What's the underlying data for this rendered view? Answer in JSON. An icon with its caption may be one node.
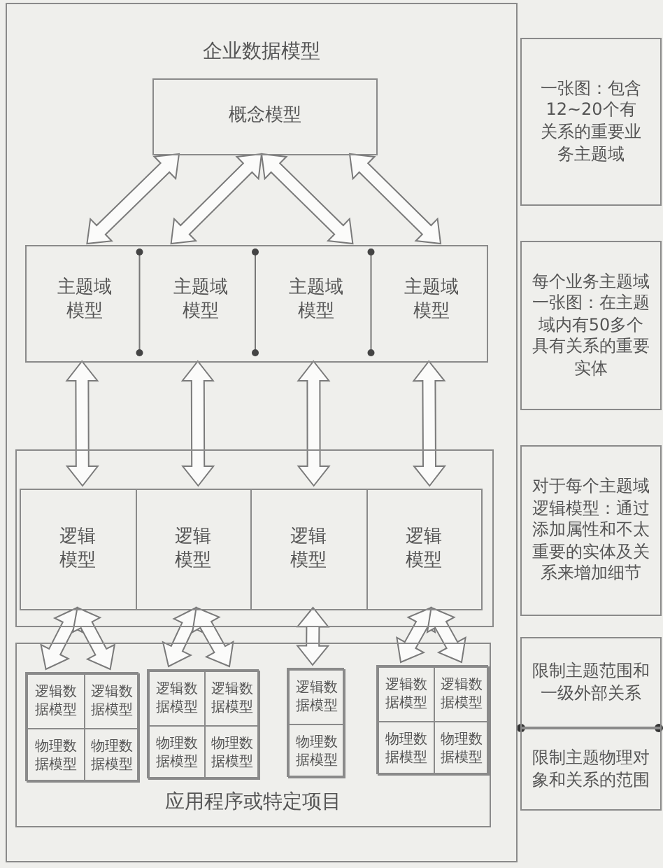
{
  "diagram": {
    "title": "企业数据模型",
    "nodes": [
      {
        "text": [],
        "shape": "box"
      },
      {
        "text": [
          "概念模型"
        ],
        "in": 0
      },
      {
        "text": [],
        "shape": "box",
        "in": 0
      },
      {
        "text": [
          "主题域模型"
        ],
        "in": 2
      },
      {
        "text": [
          "主题域模型"
        ],
        "in": 2
      },
      {
        "text": [
          "主题域模型"
        ],
        "in": 2
      },
      {
        "text": [
          "主题域模型"
        ],
        "in": 2
      },
      {
        "text": [],
        "shape": "box",
        "in": 0
      },
      {
        "text": [
          "逻辑模型"
        ],
        "in": 7
      },
      {
        "text": [
          "逻辑模型"
        ],
        "in": 7
      },
      {
        "text": [
          "逻辑模型"
        ],
        "in": 7
      },
      {
        "text": [
          "逻辑模型"
        ],
        "in": 7
      },
      {
        "text": [
          "应用程序或特定项目"
        ],
        "in": 0
      },
      {
        "text": [],
        "shape": "box",
        "in": 12
      },
      {
        "text": [
          "逻辑数据模型"
        ],
        "in": 13
      },
      {
        "text": [
          "逻辑数据模型"
        ],
        "in": 13
      },
      {
        "text": [
          "物理数据模型"
        ],
        "in": 13
      },
      {
        "text": [
          "物理数据模型"
        ],
        "in": 13
      },
      {
        "text": [],
        "shape": "box",
        "in": 12
      },
      {
        "text": [
          "逻辑数据模型"
        ],
        "in": 18
      },
      {
        "text": [
          "逻辑数据模型"
        ],
        "in": 18
      },
      {
        "text": [
          "物理数据模型"
        ],
        "in": 18
      },
      {
        "text": [
          "物理数据模型"
        ],
        "in": 18
      },
      {
        "text": [],
        "shape": "box",
        "in": 12
      },
      {
        "text": [
          "逻辑数据模型"
        ],
        "in": 23
      },
      {
        "text": [
          "物理数据模型"
        ],
        "in": 23
      },
      {
        "text": [],
        "shape": "box",
        "in": 12
      },
      {
        "text": [
          "逻辑数据模型"
        ],
        "in": 26
      },
      {
        "text": [
          "逻辑数据模型"
        ],
        "in": 26
      },
      {
        "text": [
          "物理数据模型"
        ],
        "in": 26
      },
      {
        "text": [
          "物理数据模型"
        ],
        "in": 26
      },
      {
        "text": [
          "一张图：包含12~20个有关系的重要业务主题域"
        ]
      },
      {
        "text": [
          "每个业务主题域一张图：在主题域内有50多个具有关系的重要实体"
        ]
      },
      {
        "text": [
          "对于每个主题域逻辑模型：通过添加属性和不太重要的实体及关系来增加细节"
        ]
      },
      {
        "text": [
          "限制主题范围和一级外部关系"
        ]
      },
      {
        "text": [
          "限制主题物理对象和关系的范围"
        ]
      }
    ],
    "edges": [
      {
        "from": 1,
        "to": 3,
        "arrow": "both"
      },
      {
        "from": 1,
        "to": 4,
        "arrow": "both"
      },
      {
        "from": 1,
        "to": 5,
        "arrow": "both"
      },
      {
        "from": 1,
        "to": 6,
        "arrow": "both"
      },
      {
        "from": 3,
        "to": 8,
        "arrow": "both"
      },
      {
        "from": 4,
        "to": 9,
        "arrow": "both"
      },
      {
        "from": 5,
        "to": 10,
        "arrow": "both"
      },
      {
        "from": 6,
        "to": 11,
        "arrow": "both"
      },
      {
        "from": 8,
        "to": 14,
        "arrow": "both"
      },
      {
        "from": 8,
        "to": 15,
        "arrow": "both"
      },
      {
        "from": 9,
        "to": 19,
        "arrow": "both"
      },
      {
        "from": 9,
        "to": 20,
        "arrow": "both"
      },
      {
        "from": 10,
        "to": 24,
        "arrow": "both"
      },
      {
        "from": 11,
        "to": 27,
        "arrow": "both"
      },
      {
        "from": 11,
        "to": 28,
        "arrow": "both"
      }
    ]
  }
}
